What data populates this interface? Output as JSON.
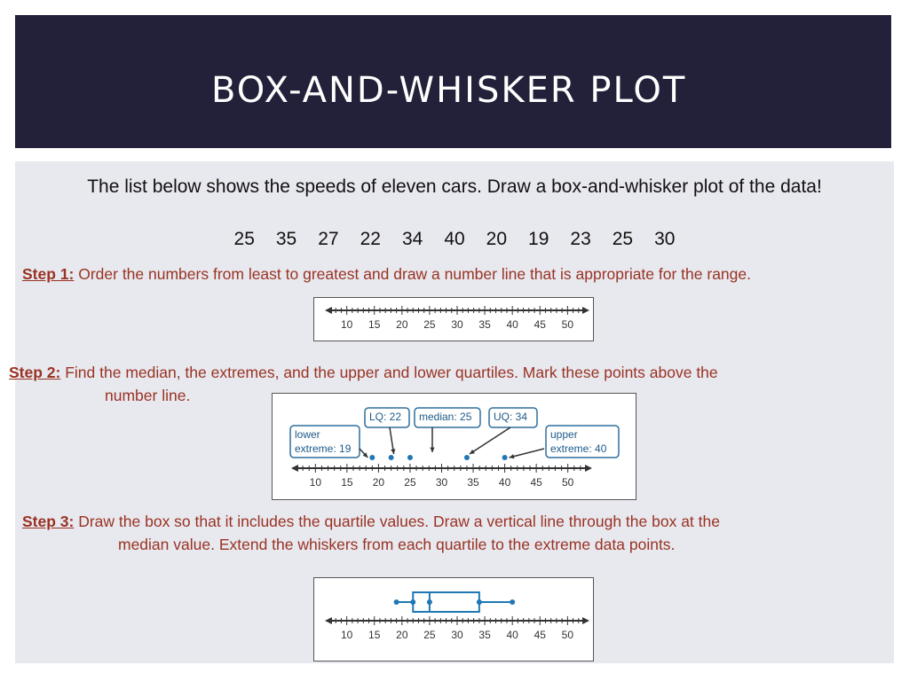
{
  "title": "BOX-AND-WHISKER PLOT",
  "intro": "The list below shows the speeds of eleven cars.  Draw a box-and-whisker plot of the data!",
  "speeds": [
    "25",
    "35",
    "27",
    "22",
    "34",
    "40",
    "20",
    "19",
    "23",
    "25",
    "30"
  ],
  "step1": {
    "label": "Step 1:",
    "text": " Order the numbers from least to greatest and draw a number line that is appropriate for the range."
  },
  "step2": {
    "label": "Step 2:",
    "text_line1": " Find the median, the extremes, and the upper and lower quartiles.  Mark these points above the",
    "text_line2": "number line."
  },
  "step3": {
    "label": "Step 3:",
    "text_line1": " Draw the box so that it includes the quartile values.  Draw a vertical line through the box at the",
    "text_line2": "median value.  Extend the whiskers from each quartile to the extreme data points."
  },
  "number_line": {
    "min": 7,
    "max": 53,
    "ticks": [
      "10",
      "15",
      "20",
      "25",
      "30",
      "35",
      "40",
      "45",
      "50"
    ]
  },
  "five_number_summary": {
    "lower_extreme": 19,
    "lower_quartile": 22,
    "median": 25,
    "upper_quartile": 34,
    "upper_extreme": 40
  },
  "callouts": {
    "lq": "LQ: 22",
    "median": "median: 25",
    "uq": "UQ: 34",
    "lower_line1": "lower",
    "lower_line2": "extreme: 19",
    "upper_line1": "upper",
    "upper_line2": "extreme: 40"
  },
  "colors": {
    "header_bg": "#23213a",
    "step_text": "#993322",
    "plot_blue": "#1f78b4",
    "callout_border": "#2e6f9e"
  }
}
